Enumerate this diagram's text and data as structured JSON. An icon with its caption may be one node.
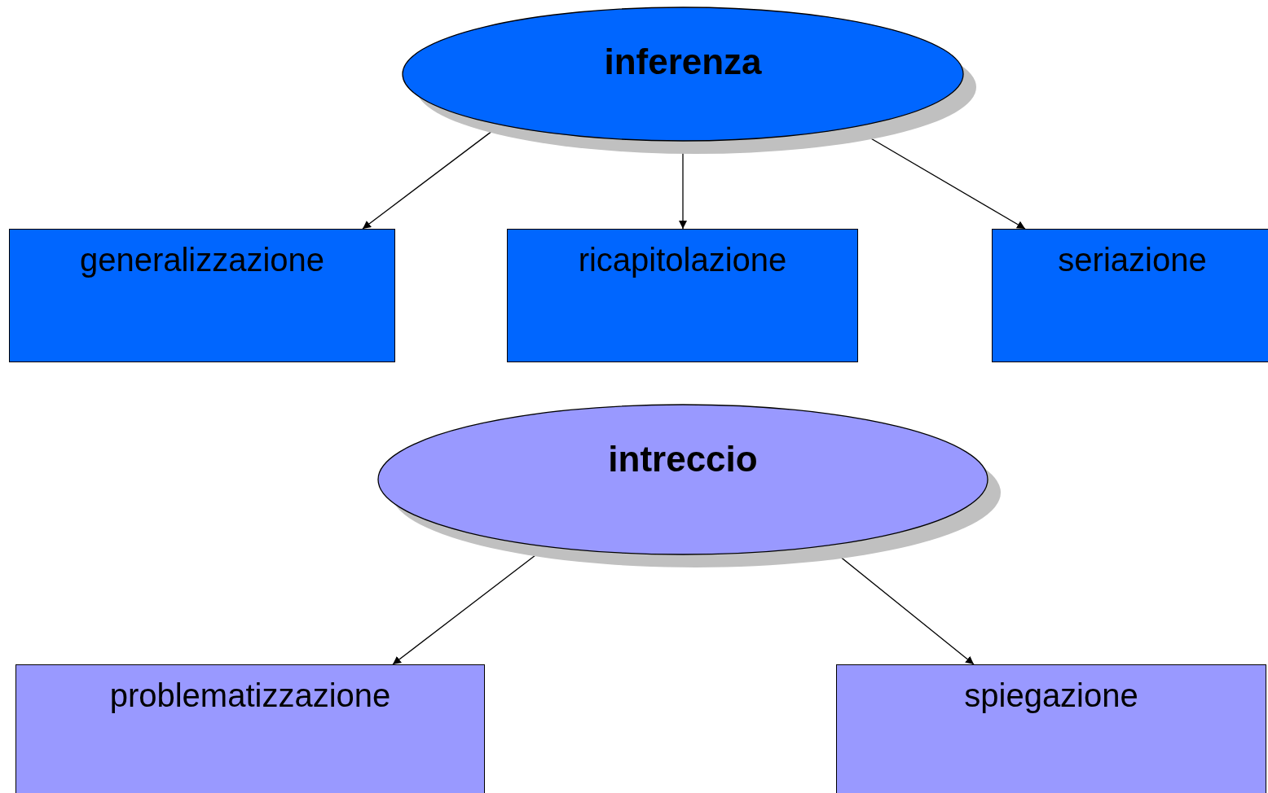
{
  "diagram": {
    "nodes": [
      {
        "text": [
          "inferenza"
        ]
      },
      {
        "text": [
          "generalizzazione"
        ]
      },
      {
        "text": [
          "ricapitolazione"
        ]
      },
      {
        "text": [
          "seriazione"
        ]
      },
      {
        "text": [
          "intreccio"
        ]
      },
      {
        "text": [
          "problematizzazione"
        ]
      },
      {
        "text": [
          "spiegazione"
        ]
      }
    ],
    "edges": [
      {
        "from": 0,
        "to": 1,
        "arrow": "to"
      },
      {
        "from": 0,
        "to": 2,
        "arrow": "to"
      },
      {
        "from": 0,
        "to": 3,
        "arrow": "to"
      },
      {
        "from": 4,
        "to": 5,
        "arrow": "to"
      },
      {
        "from": 4,
        "to": 6,
        "arrow": "to"
      }
    ]
  }
}
